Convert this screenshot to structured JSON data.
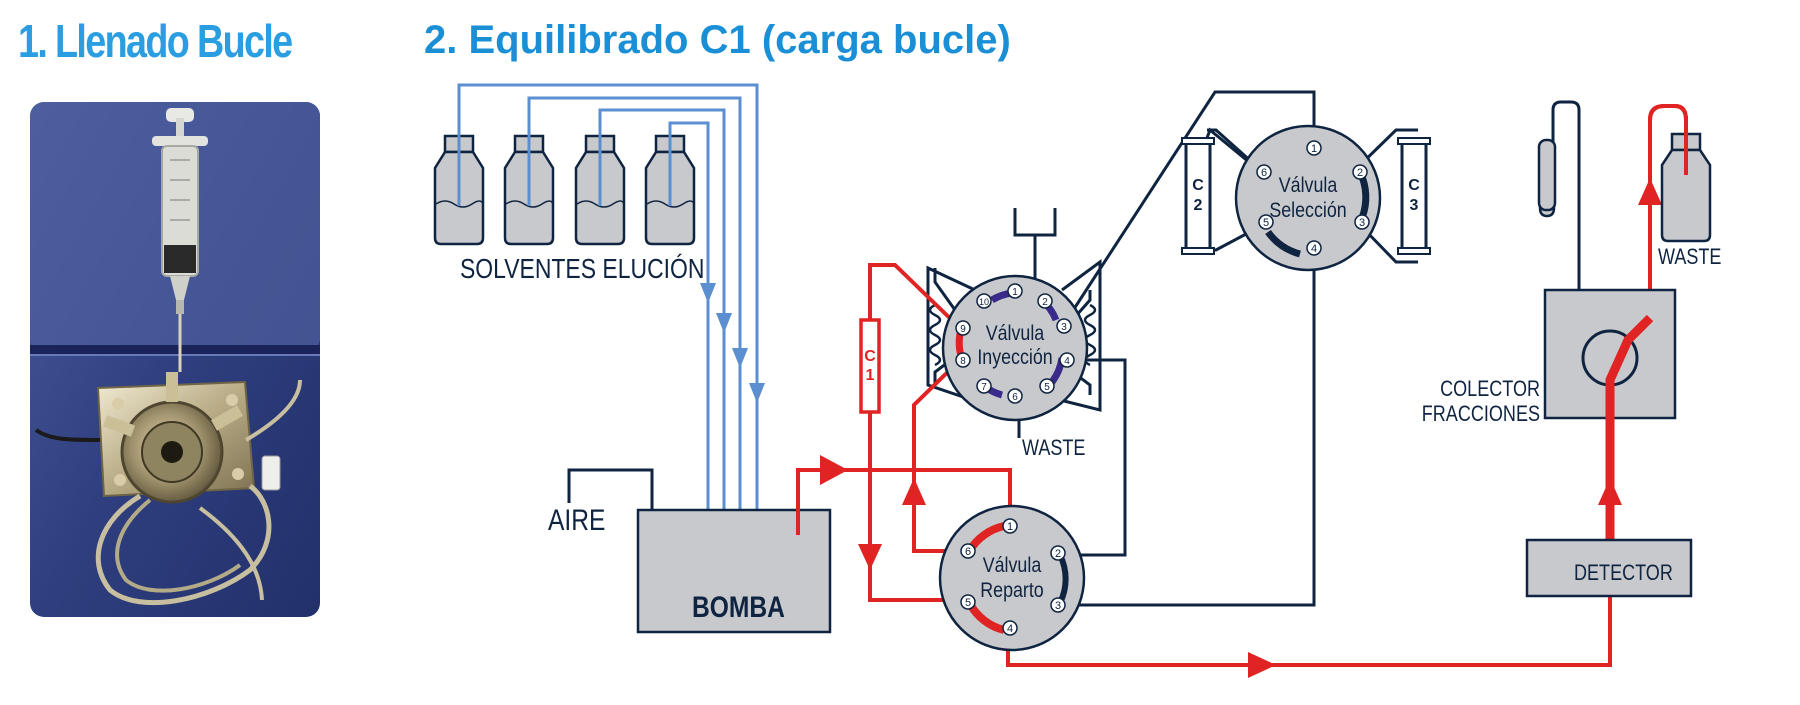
{
  "titles": {
    "part1": "1. Llenado Bucle",
    "part2": "2. Equilibrado C1 (carga bucle)"
  },
  "labels": {
    "solventes": "SOLVENTES ELUCIÓN",
    "aire": "AIRE",
    "bomba": "BOMBA",
    "waste_inyeccion": "WASTE",
    "waste_colector": "WASTE",
    "colector_line1": "COLECTOR",
    "colector_line2": "FRACCIONES",
    "detector": "DETECTOR",
    "c1_a": "C",
    "c1_b": "1",
    "c2_a": "C",
    "c2_b": "2",
    "c3_a": "C",
    "c3_b": "3"
  },
  "valves": {
    "seleccion": {
      "line1": "Válvula",
      "line2": "Selección",
      "ports": [
        "1",
        "2",
        "3",
        "4",
        "5",
        "6"
      ]
    },
    "inyeccion": {
      "line1": "Válvula",
      "line2": "Inyección",
      "ports": [
        "1",
        "2",
        "3",
        "4",
        "5",
        "6",
        "7",
        "8",
        "9",
        "10"
      ]
    },
    "reparto": {
      "line1": "Válvula",
      "line2": "Reparto",
      "ports": [
        "1",
        "2",
        "3",
        "4",
        "5",
        "6"
      ]
    }
  },
  "colors": {
    "title": "#1a8fd6",
    "flow_active": "#e02424",
    "line_dark": "#0f2440",
    "solvent_line": "#5b8fd0",
    "component_fill": "#c8c9cc"
  }
}
